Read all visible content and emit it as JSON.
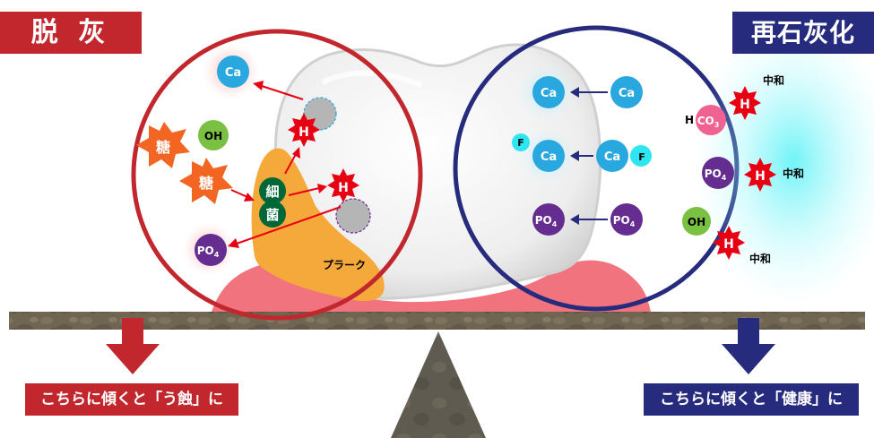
{
  "headers": {
    "left": "脱 灰",
    "right": "再石灰化"
  },
  "captions": {
    "left": "こちらに傾くと「う蝕」に",
    "right": "こちらに傾くと「健康」に"
  },
  "plaque_label": "プラーク",
  "left_panel": {
    "sugar": "糖",
    "bacteria": [
      "細",
      "菌"
    ],
    "hydrogen": "H",
    "calcium": "Ca",
    "hydroxide": "OH",
    "phosphate": {
      "base": "PO",
      "sub": "4"
    }
  },
  "right_panel": {
    "calcium": "Ca",
    "fluoride": "F",
    "hydrogen": "H",
    "hydroxide": "OH",
    "carbonate": {
      "base": "CO",
      "sub": "3"
    },
    "phosphate": {
      "base": "PO",
      "sub": "4"
    },
    "neutralize": "中和"
  },
  "colors": {
    "demineralization": "#c1272d",
    "remineralization": "#262b7e",
    "calcium_ion": "#29a7df",
    "phosphate_ion": "#662d91",
    "hydroxide_ion": "#7ac143",
    "hydrogen_ion": "#e60012",
    "sugar": "#f26522",
    "bacteria": "#006838",
    "plaque": "#f5a93a",
    "gum": "#f1737e",
    "fluoride_ion": "#2ee6f0",
    "carbonate_ion": "#f06292"
  }
}
